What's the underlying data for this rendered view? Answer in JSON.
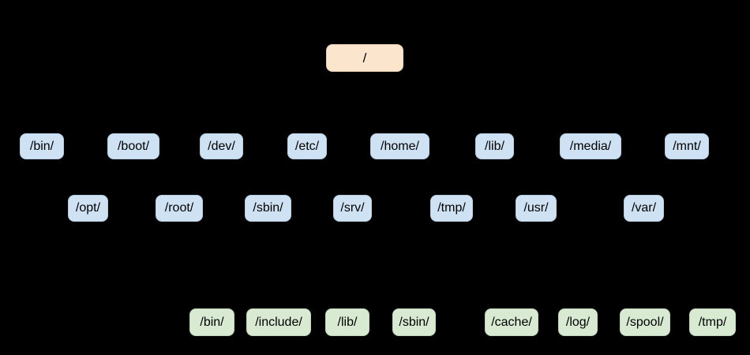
{
  "diagram_type": "filesystem-tree",
  "colors": {
    "background": "#000000",
    "root_fill": "#FCE5CD",
    "root_border": "#EAD1B5",
    "dir_fill": "#CFE2F3",
    "dir_border": "#B5CEE4",
    "subdir_fill": "#D9EAD3",
    "subdir_border": "#BFD6B8",
    "text": "#000000"
  },
  "tree": {
    "root": {
      "label": "/"
    },
    "level1": [
      {
        "label": "/bin/"
      },
      {
        "label": "/boot/"
      },
      {
        "label": "/dev/"
      },
      {
        "label": "/etc/"
      },
      {
        "label": "/home/"
      },
      {
        "label": "/lib/"
      },
      {
        "label": "/media/"
      },
      {
        "label": "/mnt/"
      },
      {
        "label": "/opt/"
      },
      {
        "label": "/root/"
      },
      {
        "label": "/sbin/"
      },
      {
        "label": "/srv/"
      },
      {
        "label": "/tmp/"
      },
      {
        "label": "/usr/"
      },
      {
        "label": "/var/"
      }
    ],
    "level2": [
      {
        "label": "/bin/"
      },
      {
        "label": "/include/"
      },
      {
        "label": "/lib/"
      },
      {
        "label": "/sbin/"
      },
      {
        "label": "/cache/"
      },
      {
        "label": "/log/"
      },
      {
        "label": "/spool/"
      },
      {
        "label": "/tmp/"
      }
    ]
  }
}
